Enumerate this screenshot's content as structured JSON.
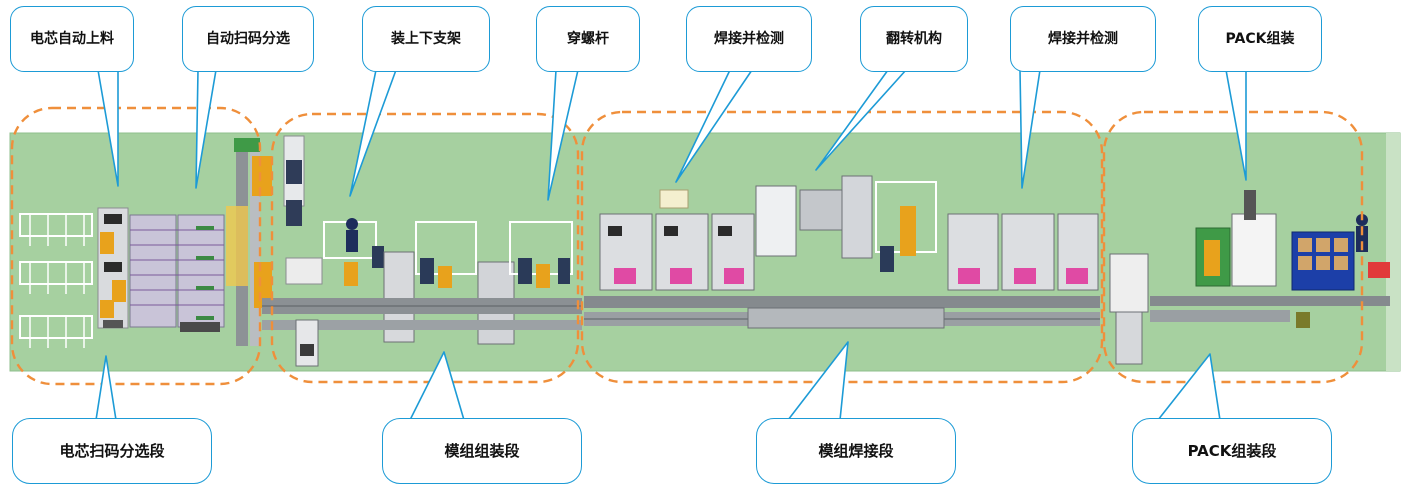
{
  "top_labels": [
    {
      "id": "cell-auto-feed",
      "text": "电芯自动上料"
    },
    {
      "id": "auto-scan-sort",
      "text": "自动扫码分选"
    },
    {
      "id": "mount-bracket",
      "text": "装上下支架"
    },
    {
      "id": "thread-screw",
      "text": "穿螺杆"
    },
    {
      "id": "weld-inspect-1",
      "text": "焊接并检测"
    },
    {
      "id": "flip-mechanism",
      "text": "翻转机构"
    },
    {
      "id": "weld-inspect-2",
      "text": "焊接并检测"
    },
    {
      "id": "pack-assembly",
      "text": "PACK组装"
    }
  ],
  "bottom_labels": [
    {
      "id": "cell-scan-sort-section",
      "text": "电芯扫码分选段"
    },
    {
      "id": "module-assembly-section",
      "text": "模组组装段"
    },
    {
      "id": "module-welding-section",
      "text": "模组焊接段"
    },
    {
      "id": "pack-assembly-section",
      "text": "PACK组装段"
    }
  ],
  "colors": {
    "floor": "#a6d0a0",
    "callout_border": "#1d9bd6",
    "zone_dash": "#ef8f3b",
    "conveyor": "#6f7478",
    "machine": "#dfe1e4",
    "robot": "#e8a21c",
    "monitor": "#2a3a58",
    "pink_tray": "#e04aa4",
    "blue_rack": "#1c3fa8"
  }
}
